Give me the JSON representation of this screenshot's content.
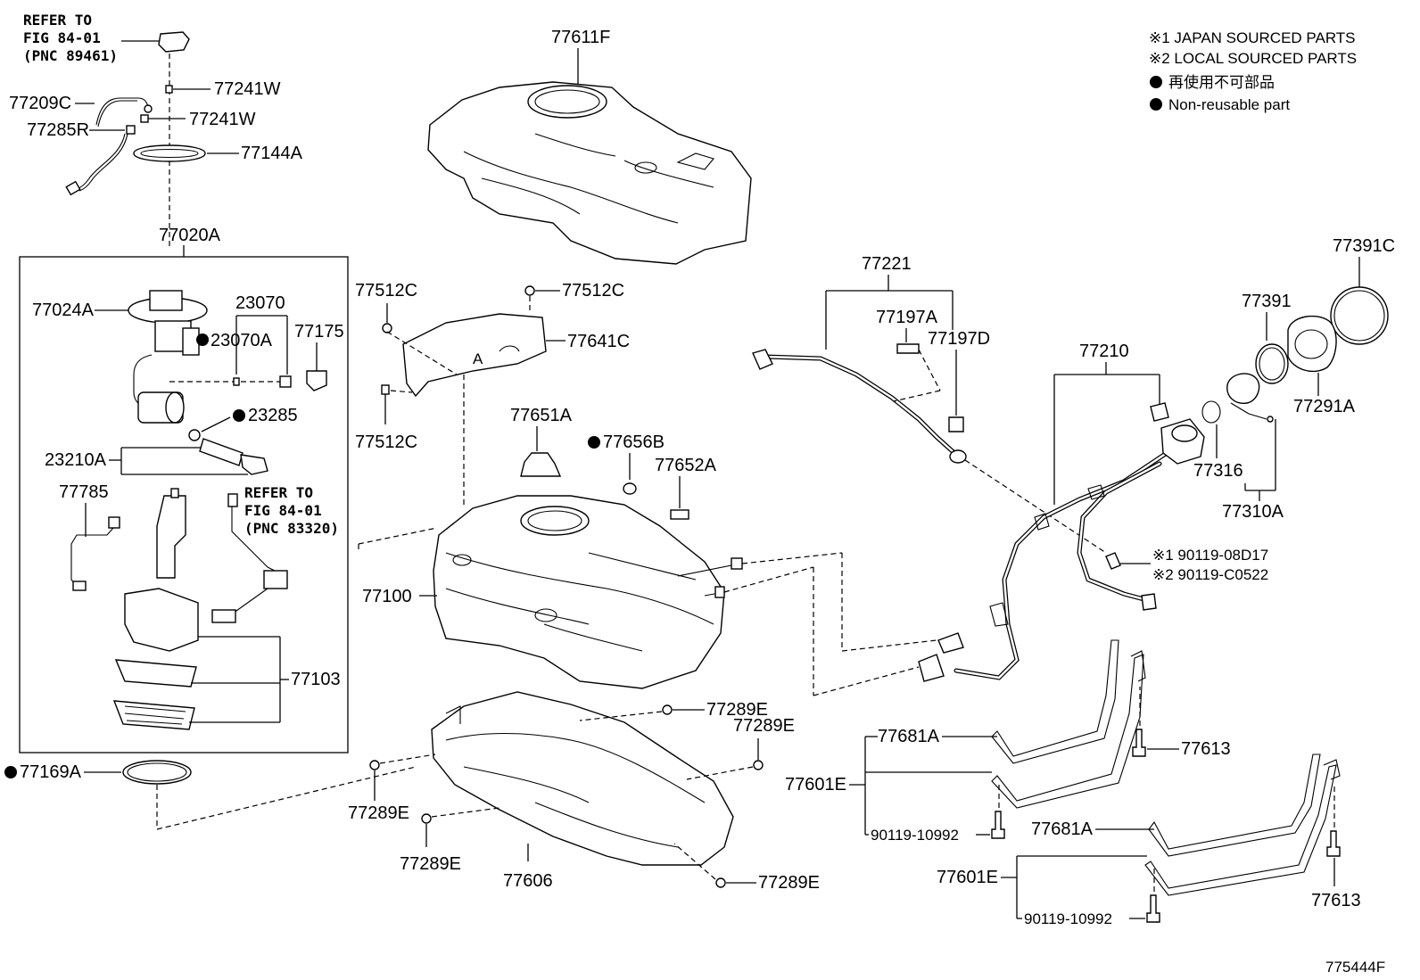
{
  "legend": {
    "japan": "※1 JAPAN SOURCED PARTS",
    "local": "※2 LOCAL SOURCED PARTS",
    "nonreusable_jp": "再使用不可部品",
    "nonreusable_en": "Non-reusable part"
  },
  "refs": {
    "fig1_l1": "REFER TO",
    "fig1_l2": "FIG 84-01",
    "fig1_l3": "(PNC 89461)",
    "fig2_l1": "REFER TO",
    "fig2_l2": "FIG 84-01",
    "fig2_l3": "(PNC 83320)"
  },
  "labels": {
    "p77241W_a": "77241W",
    "p77241W_b": "77241W",
    "p77209C": "77209C",
    "p77285R": "77285R",
    "p77144A": "77144A",
    "p77020A": "77020A",
    "p77024A": "77024A",
    "p23070": "23070",
    "p23070A": "23070A",
    "p77175": "77175",
    "p23285": "23285",
    "p23210A": "23210A",
    "p77785": "77785",
    "p77103": "77103",
    "p77169A": "77169A",
    "p77611F": "77611F",
    "p77512C_a": "77512C",
    "p77512C_b": "77512C",
    "p77512C_c": "77512C",
    "p77641C": "77641C",
    "p77651A": "77651A",
    "p77656B": "77656B",
    "p77652A": "77652A",
    "p77100": "77100",
    "p77289E_a": "77289E",
    "p77289E_b": "77289E",
    "p77289E_c": "77289E",
    "p77289E_d": "77289E",
    "p77289E_e": "77289E",
    "p77606": "77606",
    "p77221": "77221",
    "p77197A": "77197A",
    "p77197D": "77197D",
    "p77210": "77210",
    "p77391": "77391",
    "p77391C": "77391C",
    "p77291A": "77291A",
    "p77316": "77316",
    "p77310A": "77310A",
    "p90119_08D17": "※1  90119-08D17",
    "p90119_C0522": "※2  90119-C0522",
    "p77681A_a": "77681A",
    "p77681A_b": "77681A",
    "p77601E_a": "77601E",
    "p77601E_b": "77601E",
    "p77613_a": "77613",
    "p77613_b": "77613",
    "p90119_10992_a": "90119-10992",
    "p90119_10992_b": "90119-10992",
    "fig_id": "775444F"
  }
}
